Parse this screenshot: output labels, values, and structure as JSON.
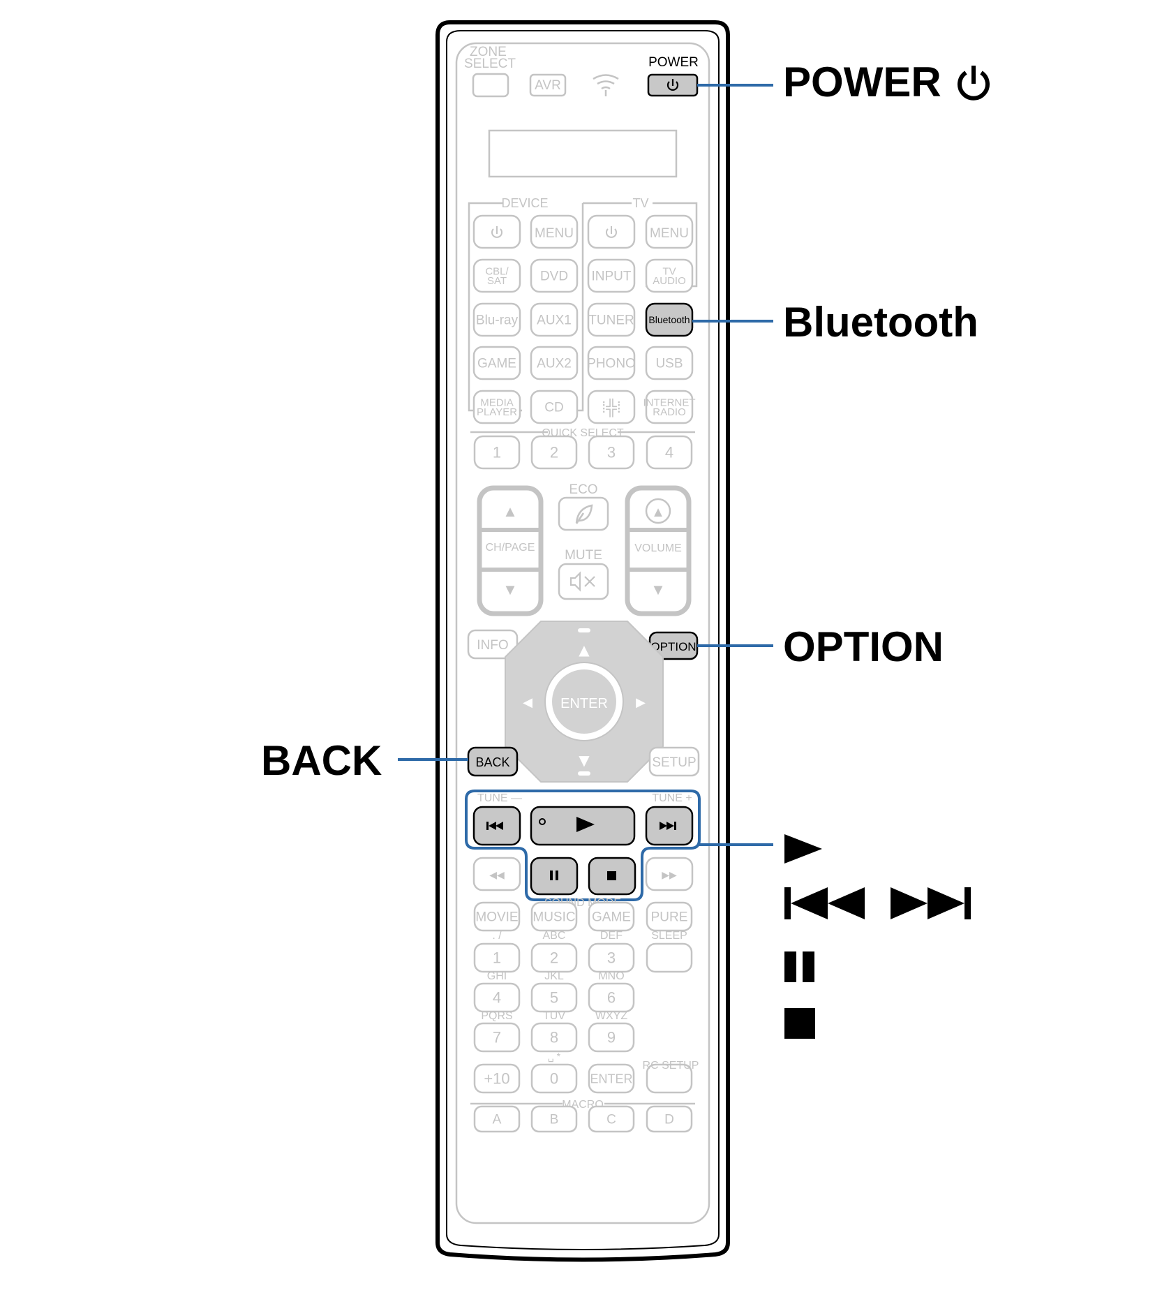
{
  "colors": {
    "outline": "#000000",
    "inactive_outline": "#c4c4c4",
    "inactive_text": "#c4c4c4",
    "highlight_fill": "#c8c8c8",
    "callout_line": "#2e6aa8"
  },
  "remote": {
    "zone_select": "ZONE\nSELECT",
    "avr": "AVR",
    "power_small_label": "POWER",
    "device_group": "DEVICE",
    "tv_group": "TV",
    "device_menu": "MENU",
    "tv_menu": "MENU",
    "sources_row2": [
      "CBL/\nSAT",
      "DVD",
      "INPUT",
      "TV\nAUDIO"
    ],
    "sources_row3": [
      "Blu-ray",
      "AUX1",
      "TUNER",
      "Bluetooth"
    ],
    "sources_row4": [
      "GAME",
      "AUX2",
      "PHONO",
      "USB"
    ],
    "sources_row5": [
      "MEDIA\nPLAYER",
      "CD",
      "",
      "INTERNET\nRADIO"
    ],
    "quick_select_label": "QUICK SELECT",
    "quick_select": [
      "1",
      "2",
      "3",
      "4"
    ],
    "eco_label": "ECO",
    "mute_label": "MUTE",
    "ch_page_label": "CH/PAGE",
    "volume_label": "VOLUME",
    "info": "INFO",
    "option": "OPTION",
    "enter": "ENTER",
    "back": "BACK",
    "setup": "SETUP",
    "tune_minus": "TUNE —",
    "tune_plus": "TUNE +",
    "sound_mode_label": "SOUND MODE",
    "sound_modes": [
      "MOVIE",
      "MUSIC",
      "GAME",
      "PURE"
    ],
    "keypad_letters_1": [
      ". /",
      "ABC",
      "DEF",
      "SLEEP"
    ],
    "keypad_row1": [
      "1",
      "2",
      "3",
      ""
    ],
    "keypad_letters_2": [
      "GHI",
      "JKL",
      "MNO"
    ],
    "keypad_row2": [
      "4",
      "5",
      "6"
    ],
    "keypad_letters_3": [
      "PQRS",
      "TUV",
      "WXYZ"
    ],
    "keypad_row3": [
      "7",
      "8",
      "9"
    ],
    "keypad_letters_4": [
      "␣ *"
    ],
    "rc_setup": "RC SETUP",
    "keypad_row4": [
      "+10",
      "0",
      "ENTER",
      ""
    ],
    "macro_label": "MACRO",
    "macros": [
      "A",
      "B",
      "C",
      "D"
    ]
  },
  "callouts": {
    "power": "POWER",
    "bluetooth": "Bluetooth",
    "option": "OPTION",
    "back": "BACK",
    "play_symbols": [
      "play-icon",
      "skip-back-icon",
      "skip-forward-icon",
      "pause-icon",
      "stop-icon"
    ]
  }
}
